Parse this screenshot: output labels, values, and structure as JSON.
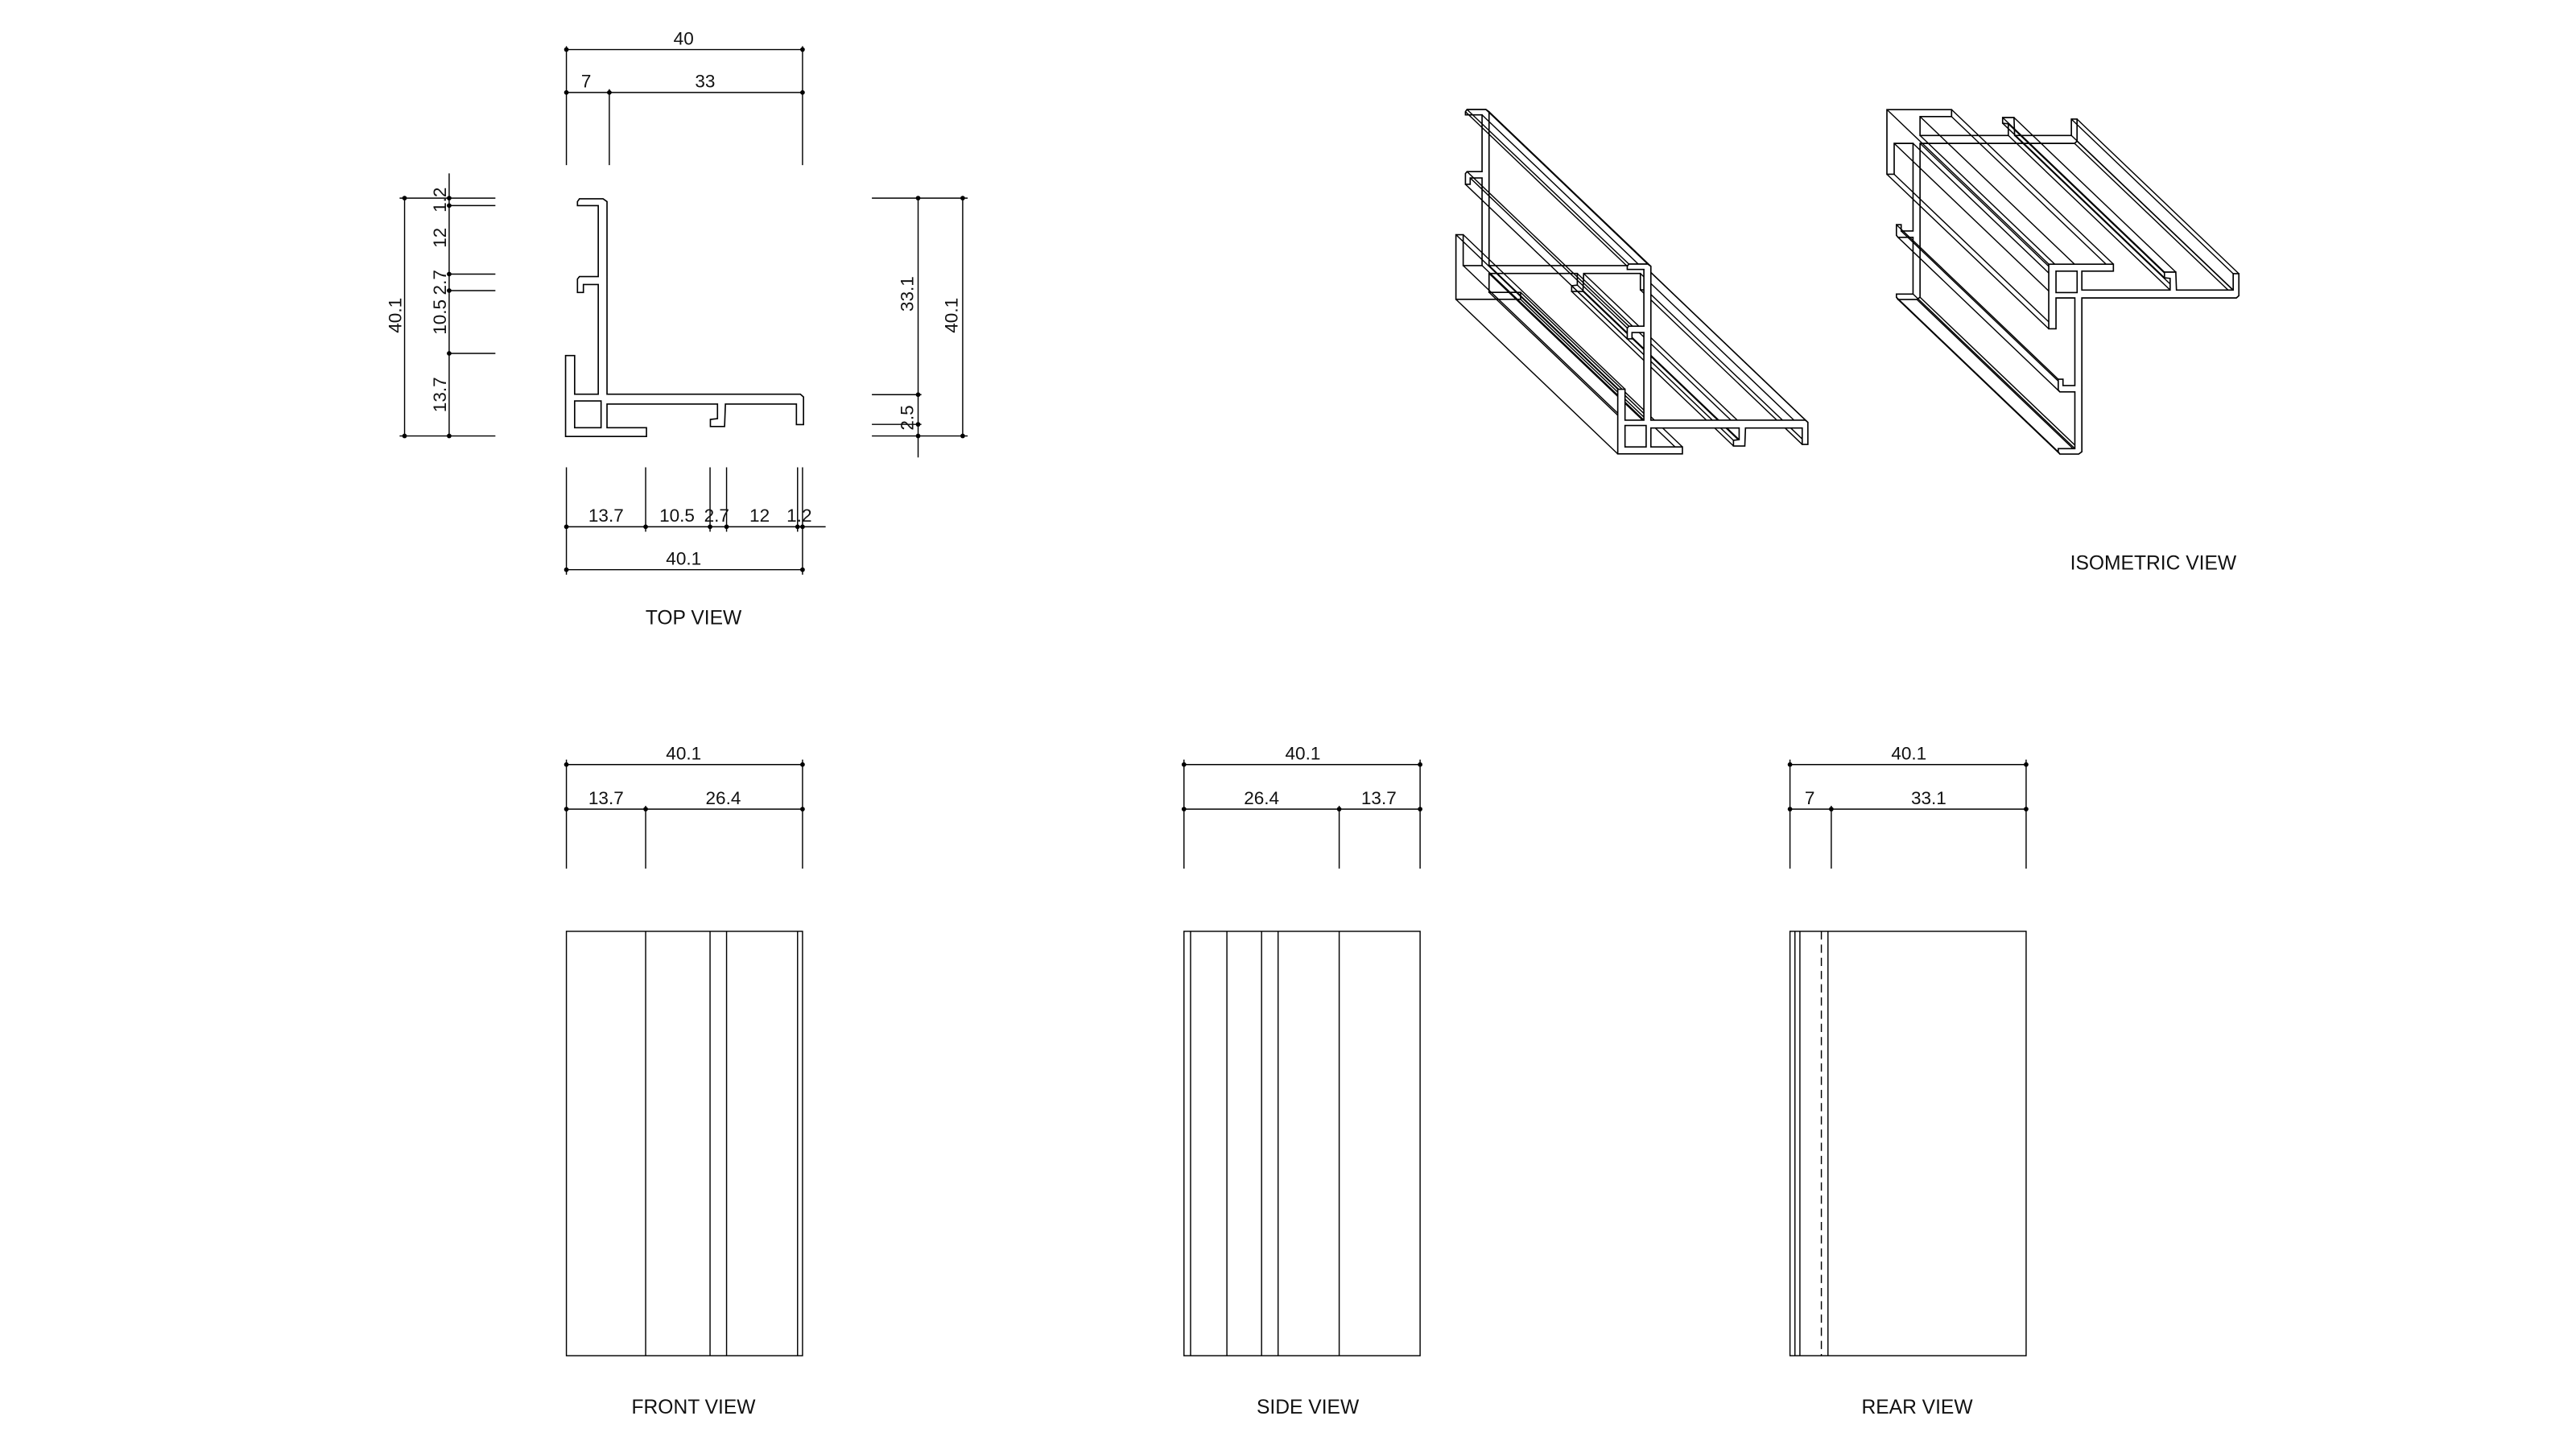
{
  "top_view": {
    "title": "TOP VIEW",
    "top_dims": {
      "overall": "40",
      "segments": [
        "7",
        "33"
      ]
    },
    "left_dims": {
      "overall": "40.1",
      "segments": [
        "1.2",
        "12",
        "2.7",
        "10.5",
        "13.7"
      ]
    },
    "right_dims": {
      "inner": "33.1",
      "small": "2.5",
      "overall": "40.1"
    },
    "bottom_dims": {
      "segments": [
        "13.7",
        "10.5",
        "2.7",
        "12",
        "1.2"
      ],
      "overall": "40.1"
    }
  },
  "isometric_view": {
    "title": "ISOMETRIC VIEW"
  },
  "front_view": {
    "title": "FRONT VIEW",
    "overall": "40.1",
    "segments": [
      "13.7",
      "26.4"
    ]
  },
  "side_view": {
    "title": "SIDE VIEW",
    "overall": "40.1",
    "segments": [
      "26.4",
      "13.7"
    ]
  },
  "rear_view": {
    "title": "REAR VIEW",
    "overall": "40.1",
    "segments": [
      "7",
      "33.1"
    ]
  }
}
